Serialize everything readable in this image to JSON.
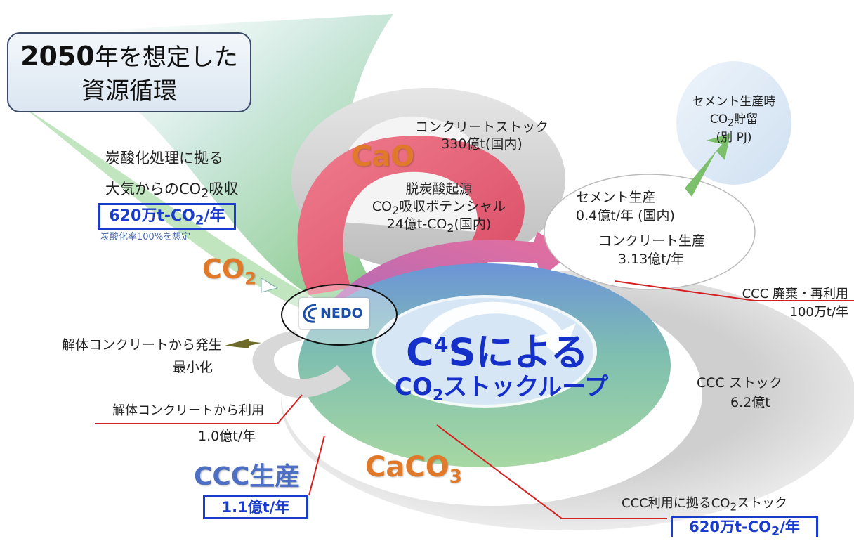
{
  "title": {
    "year": "2050",
    "line1_rest": "年を想定した",
    "line2": "資源循環"
  },
  "atmosphere": {
    "label_line1": "炭酸化処理に拠る",
    "label_line2_a": "大気からのCO",
    "label_line2_sub": "2",
    "label_line2_b": "吸収",
    "box_a": "620万t-CO",
    "box_sub": "2",
    "box_b": "/年",
    "note": "炭酸化率100%を想定"
  },
  "compounds": {
    "co2": "CO",
    "co2_sub": "2",
    "cao": "CaO",
    "caco3": "CaCO",
    "caco3_sub": "3"
  },
  "logo": {
    "text": "NEDO"
  },
  "demolition": {
    "generation_line1": "解体コンクリートから発生",
    "generation_line2": "最小化",
    "use_label": "解体コンクリートから利用",
    "use_value": "1.0億t/年"
  },
  "ccc_production": {
    "label": "CCC生産",
    "value": "1.1億t/年"
  },
  "concrete_stock": {
    "line1": "コンクリートストック",
    "line2": "330億t(国内)"
  },
  "decarbonation": {
    "line1": "脱炭酸起源",
    "line2_a": "CO",
    "line2_sub": "2",
    "line2_b": "吸収ポテンシャル",
    "line3_a": "24億t-CO",
    "line3_sub": "2",
    "line3_b": "(国内)"
  },
  "cement_storage": {
    "line1": "セメント生産時",
    "line2_a": "CO",
    "line2_sub": "2",
    "line2_b": "貯留",
    "line3": "(別 PJ)"
  },
  "production": {
    "cement_label": "セメント生産",
    "cement_value": "0.4億t/年 (国内)",
    "concrete_label": "コンクリート生産",
    "concrete_value": "3.13億t/年"
  },
  "ccc_recycle": {
    "label": "CCC 廃棄・再利用",
    "value": "100万t/年"
  },
  "center": {
    "line1_c": "C",
    "line1_sup": "4",
    "line1_rest": "Sによる",
    "line2_a": "CO",
    "line2_sub": "2",
    "line2_b": "ストックループ"
  },
  "ccc_stock": {
    "label": "CCC ストック",
    "value": "6.2億t"
  },
  "ccc_use": {
    "label_a": "CCC利用に拠るCO",
    "label_sub": "2",
    "label_b": "ストック",
    "box_a": "620万t-CO",
    "box_sub": "2",
    "box_b": "/年"
  },
  "colors": {
    "title_border": "#3b4a6b",
    "highlight_blue": "#1a3ccc",
    "compound_orange": "#e07a2a",
    "red_loop": "#e8556f",
    "green_loop": "#8fcf8f",
    "leader_red": "#d42020"
  }
}
